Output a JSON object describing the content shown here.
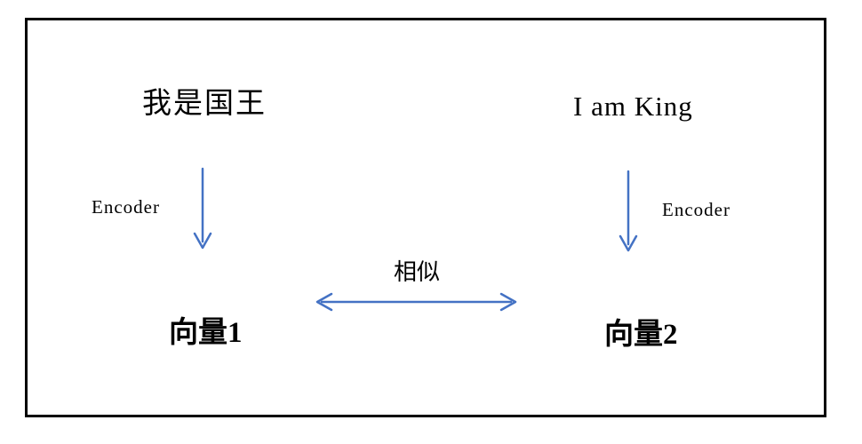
{
  "diagram": {
    "description": "Sentence encoder similarity diagram",
    "source_left": {
      "text": "我是国王"
    },
    "source_right": {
      "text": "I am King"
    },
    "encoder_left": {
      "label": "Encoder"
    },
    "encoder_right": {
      "label": "Encoder"
    },
    "vector_left": {
      "text": "向量1"
    },
    "vector_right": {
      "text": "向量2"
    },
    "similarity": {
      "label": "相似"
    }
  },
  "colors": {
    "arrow": "#4472C4",
    "border": "#000000",
    "text": "#000000"
  }
}
